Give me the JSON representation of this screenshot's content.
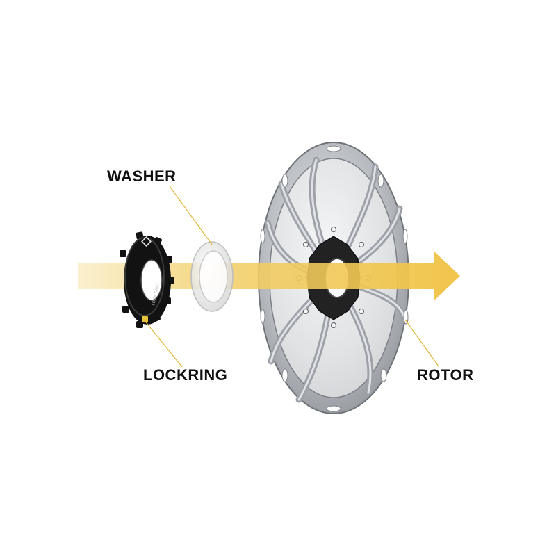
{
  "labels": {
    "washer": "WASHER",
    "lockring": "LOCKRING",
    "rotor": "ROTOR"
  },
  "lockring_marking": "LOCK RING",
  "colors": {
    "arrow": "#f2c94c",
    "leader_line": "#e0b63a",
    "text": "#111111",
    "lockring": "#121212",
    "washer": "#e6e6e6",
    "rotor": "#b9bcc0",
    "rotor_hub": "#1a1a1a",
    "brand_accent": "#e8c33a"
  }
}
